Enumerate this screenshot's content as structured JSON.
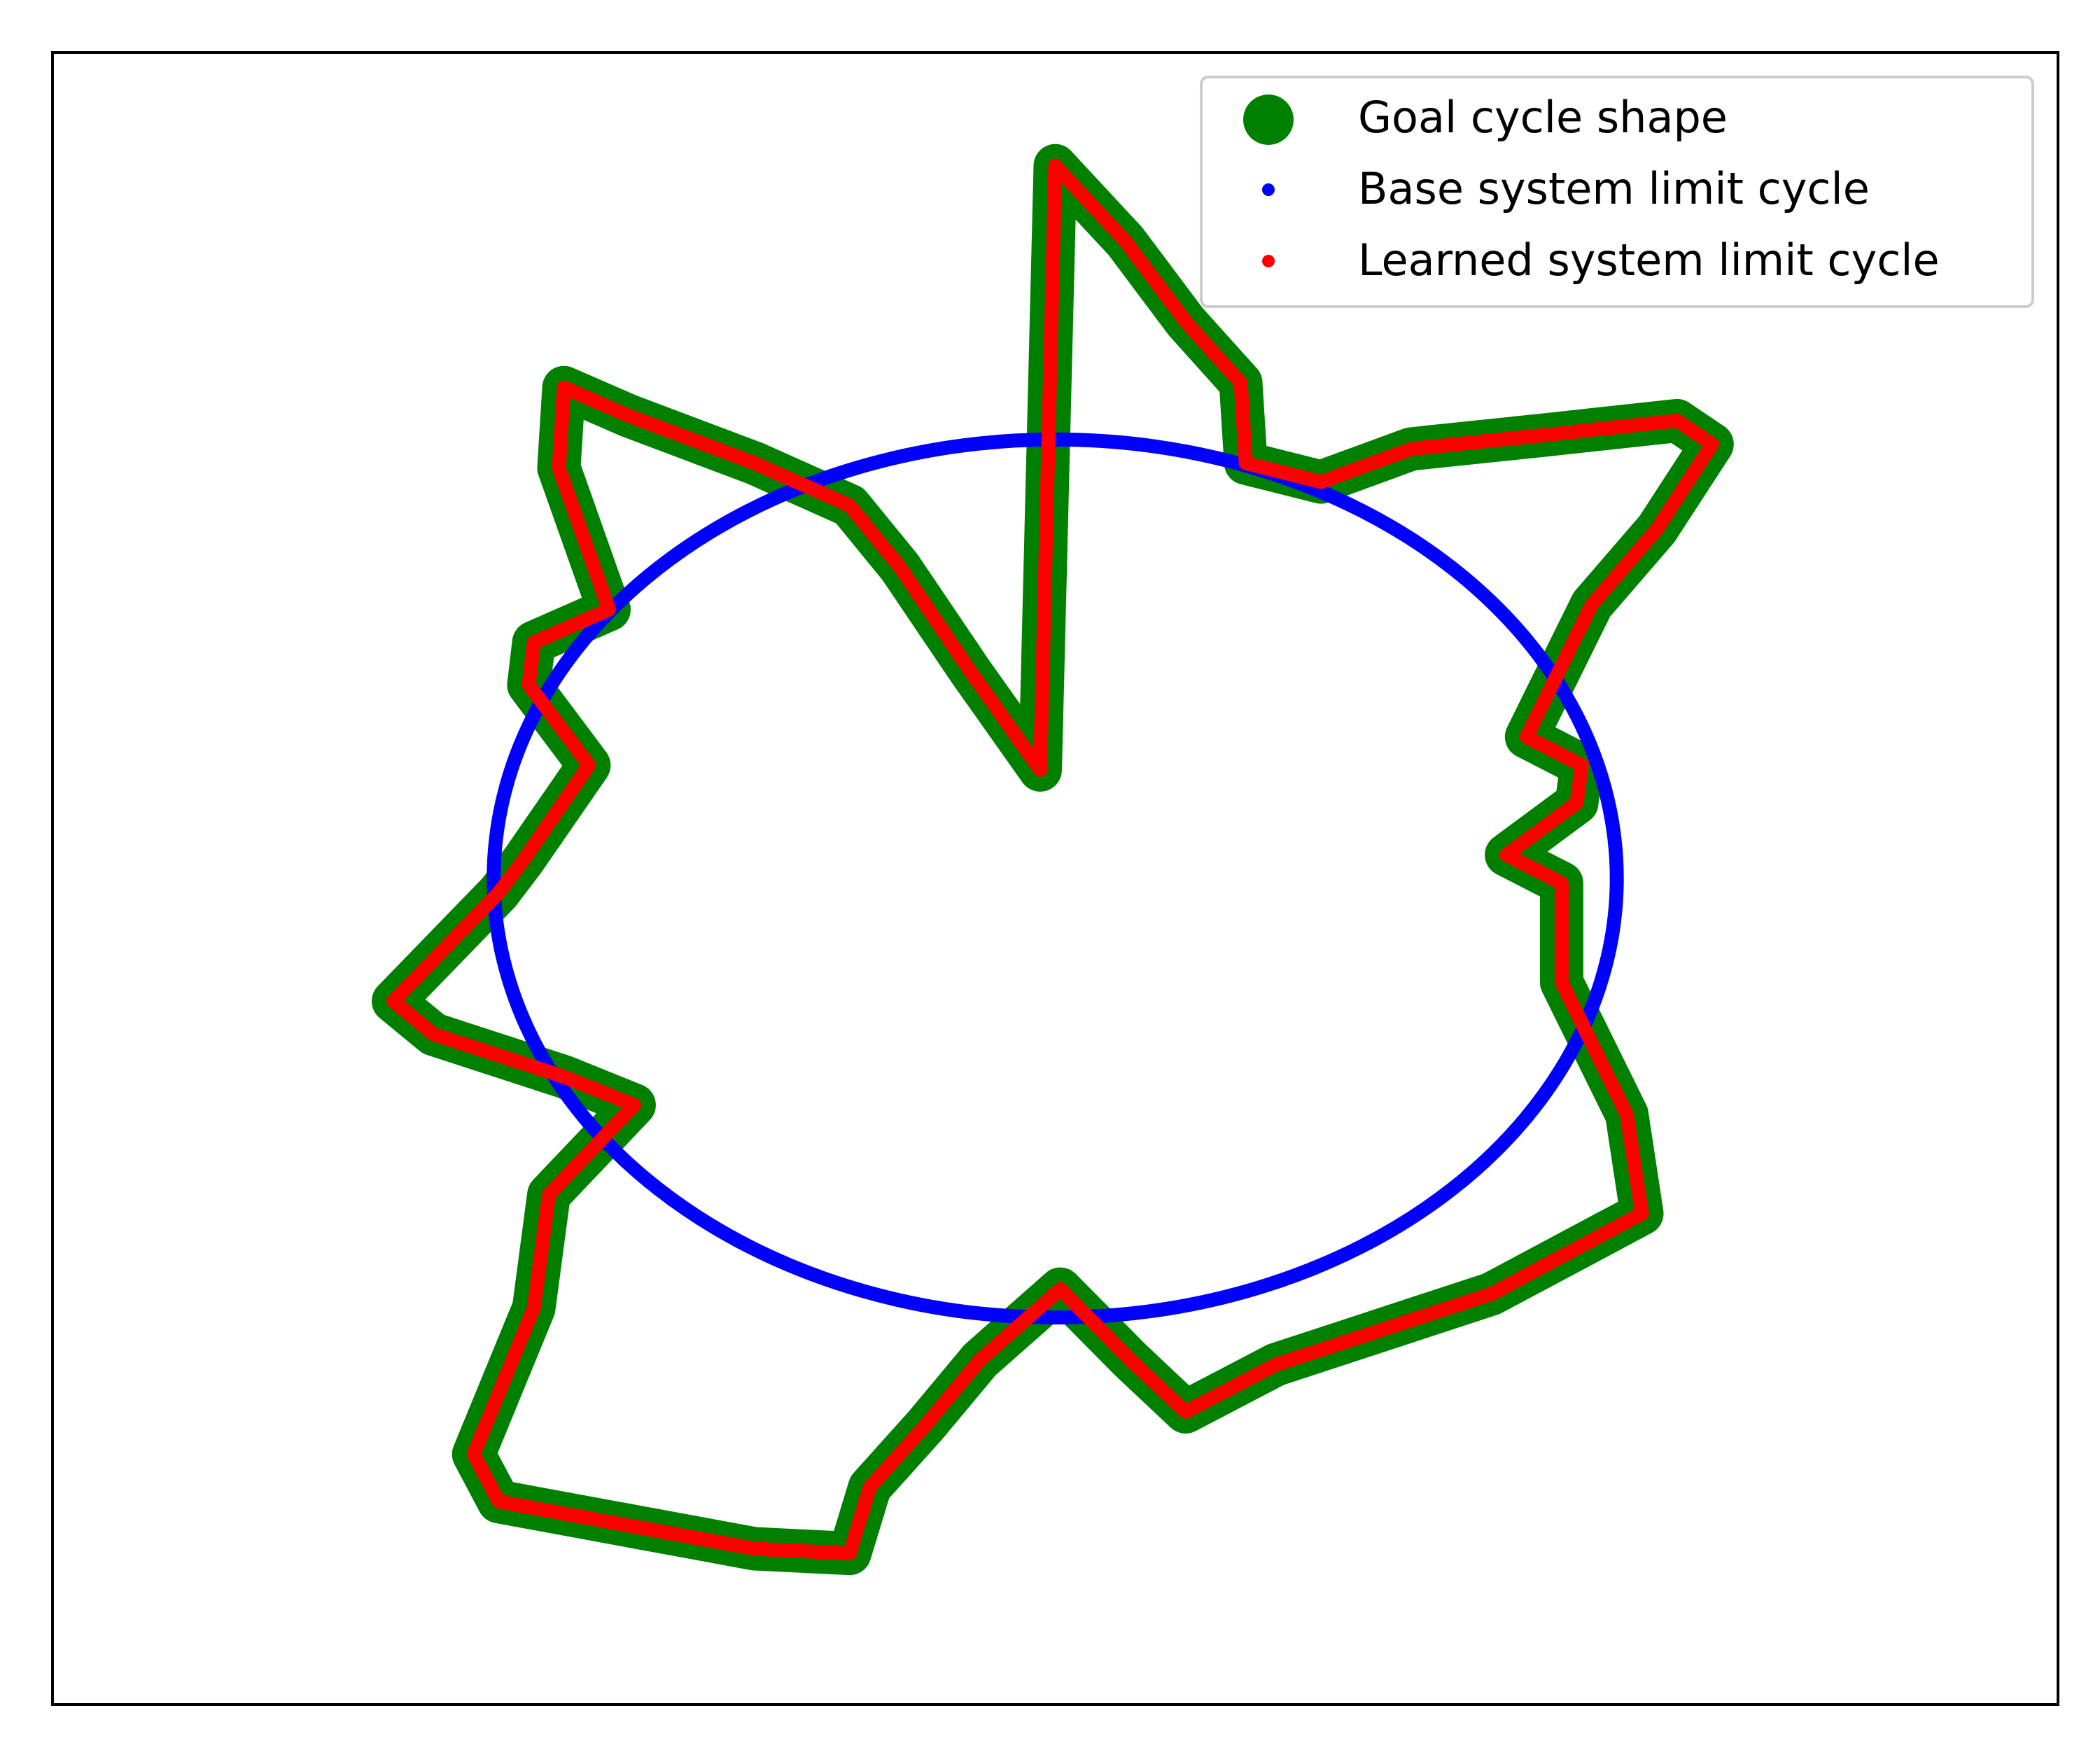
{
  "chart_data": {
    "type": "line",
    "title": "",
    "xlabel": "",
    "ylabel": "",
    "xlim": [
      -2.0,
      2.0
    ],
    "ylim": [
      -1.75,
      1.75
    ],
    "grid": false,
    "ticks": false,
    "legend_position": "top-right",
    "series": [
      {
        "name": "Goal cycle shape",
        "color": "#008000",
        "marker": "large-dot",
        "x": [
          0.0,
          0.14,
          0.26,
          0.37,
          0.38,
          0.53,
          0.71,
          0.98,
          1.24,
          1.31,
          1.2,
          1.07,
          0.94,
          1.05,
          1.04,
          0.9,
          1.01,
          1.01,
          1.14,
          1.17,
          0.87,
          0.44,
          0.26,
          0.15,
          0.01,
          -0.15,
          -0.26,
          -0.37,
          -0.41,
          -0.6,
          -1.11,
          -1.16,
          -1.04,
          -1.01,
          -0.84,
          -0.98,
          -1.24,
          -1.32,
          -1.11,
          -1.06,
          -0.93,
          -1.05,
          -1.04,
          -0.89,
          -0.99,
          -0.98,
          -0.85,
          -0.6,
          -0.41,
          -0.31,
          -0.17,
          -0.03
        ],
        "y": [
          1.51,
          1.35,
          1.18,
          1.05,
          0.88,
          0.84,
          0.91,
          0.94,
          0.97,
          0.92,
          0.74,
          0.58,
          0.3,
          0.24,
          0.16,
          0.05,
          -0.01,
          -0.22,
          -0.5,
          -0.71,
          -0.88,
          -1.03,
          -1.13,
          -1.02,
          -0.87,
          -1.02,
          -1.16,
          -1.29,
          -1.43,
          -1.42,
          -1.32,
          -1.22,
          -0.91,
          -0.67,
          -0.48,
          -0.42,
          -0.33,
          -0.26,
          -0.03,
          0.04,
          0.24,
          0.41,
          0.5,
          0.57,
          0.87,
          1.04,
          0.98,
          0.88,
          0.79,
          0.66,
          0.44,
          0.23
        ]
      },
      {
        "name": "Base system limit cycle",
        "color": "#0000ff",
        "marker": "dot",
        "shape": "ellipse",
        "center": [
          0.0,
          0.0
        ],
        "x_radius": 1.12,
        "y_radius": 0.93
      },
      {
        "name": "Learned system limit cycle",
        "color": "#ff0000",
        "marker": "dot",
        "x": [
          0.0,
          0.14,
          0.26,
          0.37,
          0.38,
          0.53,
          0.71,
          0.98,
          1.24,
          1.31,
          1.2,
          1.07,
          0.94,
          1.05,
          1.04,
          0.9,
          1.01,
          1.01,
          1.14,
          1.17,
          0.87,
          0.44,
          0.26,
          0.15,
          0.01,
          -0.15,
          -0.26,
          -0.37,
          -0.41,
          -0.6,
          -1.11,
          -1.16,
          -1.04,
          -1.01,
          -0.84,
          -0.98,
          -1.24,
          -1.32,
          -1.11,
          -1.06,
          -0.93,
          -1.05,
          -1.04,
          -0.89,
          -0.99,
          -0.98,
          -0.85,
          -0.6,
          -0.41,
          -0.31,
          -0.17,
          -0.03
        ],
        "y": [
          1.51,
          1.35,
          1.18,
          1.05,
          0.88,
          0.84,
          0.91,
          0.94,
          0.97,
          0.92,
          0.74,
          0.58,
          0.3,
          0.24,
          0.16,
          0.05,
          -0.01,
          -0.22,
          -0.5,
          -0.71,
          -0.88,
          -1.03,
          -1.13,
          -1.02,
          -0.87,
          -1.02,
          -1.16,
          -1.29,
          -1.43,
          -1.42,
          -1.32,
          -1.22,
          -0.91,
          -0.67,
          -0.48,
          -0.42,
          -0.33,
          -0.26,
          -0.03,
          0.04,
          0.24,
          0.41,
          0.5,
          0.57,
          0.87,
          1.04,
          0.98,
          0.88,
          0.79,
          0.66,
          0.44,
          0.23
        ]
      }
    ]
  }
}
